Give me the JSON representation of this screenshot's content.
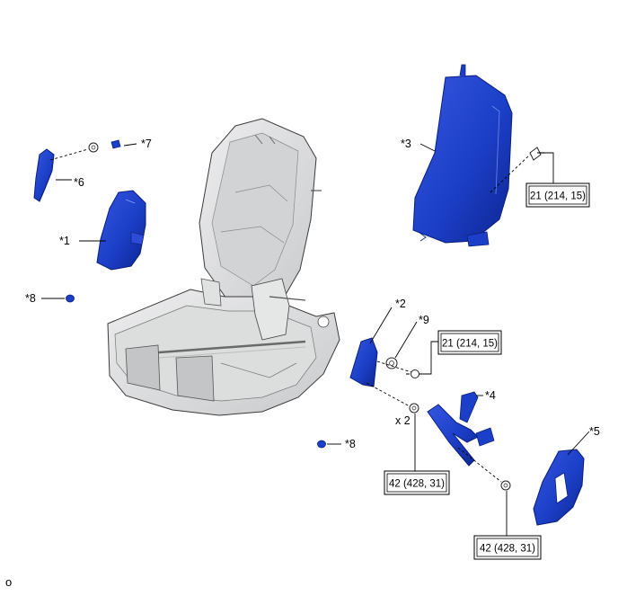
{
  "diagram": {
    "part_labels": {
      "p1": "*1",
      "p2": "*2",
      "p3": "*3",
      "p4": "*4",
      "p5": "*5",
      "p6": "*6",
      "p7": "*7",
      "p8a": "*8",
      "p8b": "*8",
      "p9": "*9"
    },
    "torque_specs": {
      "t_top_right": "21 (214, 15)",
      "t_mid_right": "21 (214, 15)",
      "t_bottom_mid": "42 (428, 31)",
      "t_bottom_right": "42 (428, 31)"
    },
    "quantity": "x 2",
    "corner_mark": "o",
    "colors": {
      "part_blue": "#1c3fc8",
      "part_blue_dark": "#0d2590",
      "frame_grey": "#d9dadb",
      "outline": "#3a3a3a"
    }
  }
}
